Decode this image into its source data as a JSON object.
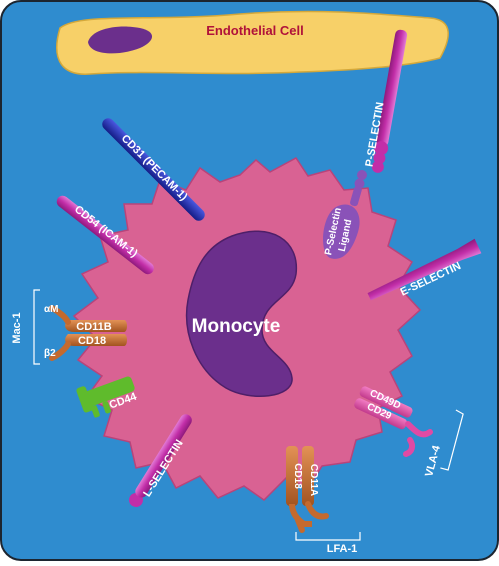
{
  "diagram": {
    "endothelial_cell": {
      "label": "Endothelial Cell"
    },
    "monocyte": {
      "label": "Monocyte"
    },
    "molecules": {
      "p_selectin": "P-SELECTIN",
      "p_selectin_ligand_line1": "P-Selectin",
      "p_selectin_ligand_line2": "Ligand",
      "cd31": "CD31 (PECAM-1)",
      "cd54": "CD54 (ICAM-1)",
      "e_selectin": "E-SELECTIN",
      "cd11b": "CD11B",
      "cd18_mac": "CD18",
      "alpha_m": "αM",
      "beta_2": "β2",
      "cd44": "CD44",
      "l_selectin": "L-SELECTIN",
      "cd18_lfa": "CD18",
      "cd11a": "CD11A",
      "cd49d": "CD49D",
      "cd29": "CD29"
    },
    "groups": {
      "mac1": "Mac-1",
      "lfa1": "LFA-1",
      "vla4": "VLA-4"
    },
    "colors": {
      "border": "#1c2530",
      "background": "#2f8ccf",
      "endothelial": "#f7d068",
      "endothelial_label": "#b0123a",
      "nucleus": "#6b2f8c",
      "monocyte": "#d96293",
      "magenta": "#c22ea8",
      "cd31_blue": "#1f2bb0",
      "integrin": "#c46a2e",
      "cd44": "#5fbb2c",
      "vla4": "#e04aa4",
      "ligand": "#8a52b8"
    }
  }
}
